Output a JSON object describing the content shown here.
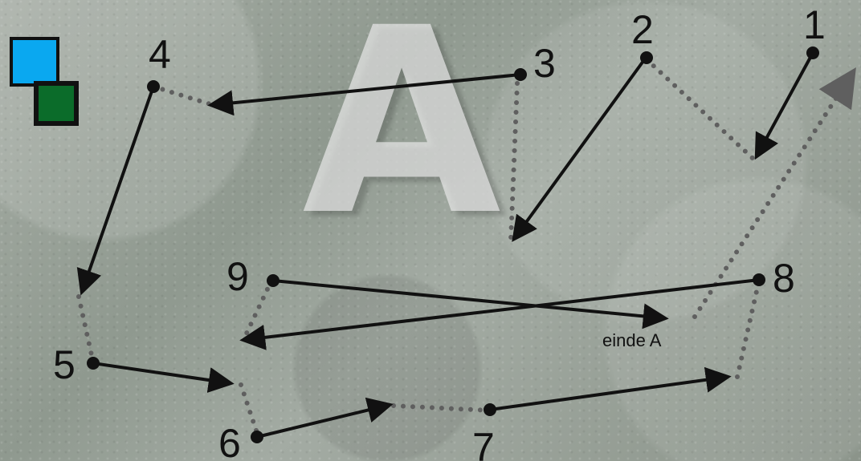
{
  "diagram": {
    "big_letter": "A",
    "end_label": "einde A",
    "icons": {
      "blue_square": "blue-square-icon",
      "green_square": "green-square-icon"
    },
    "points": [
      {
        "id": "1",
        "label": "1"
      },
      {
        "id": "2",
        "label": "2"
      },
      {
        "id": "3",
        "label": "3"
      },
      {
        "id": "4",
        "label": "4"
      },
      {
        "id": "5",
        "label": "5"
      },
      {
        "id": "6",
        "label": "6"
      },
      {
        "id": "7",
        "label": "7"
      },
      {
        "id": "8",
        "label": "8"
      },
      {
        "id": "9",
        "label": "9"
      }
    ],
    "colors": {
      "blue": "#0aa8f0",
      "green": "#0b6c2a",
      "line": "#111111",
      "dotted": "#5f5f5f"
    }
  }
}
